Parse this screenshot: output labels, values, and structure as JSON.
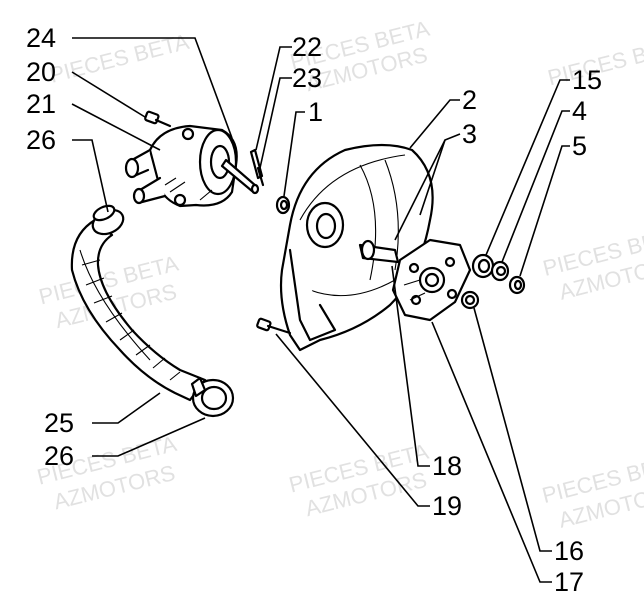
{
  "watermark": {
    "line1": "PIECES BETA",
    "line2": "AZMOTORS"
  },
  "callouts": {
    "c24": "24",
    "c20": "20",
    "c21": "21",
    "c26a": "26",
    "c22": "22",
    "c23": "23",
    "c1": "1",
    "c2": "2",
    "c3": "3",
    "c15": "15",
    "c4": "4",
    "c5": "5",
    "c25": "25",
    "c26b": "26",
    "c18": "18",
    "c19": "19",
    "c16": "16",
    "c17": "17"
  },
  "colors": {
    "line": "#000000",
    "background": "#ffffff",
    "watermark": "#c9c9c9"
  }
}
